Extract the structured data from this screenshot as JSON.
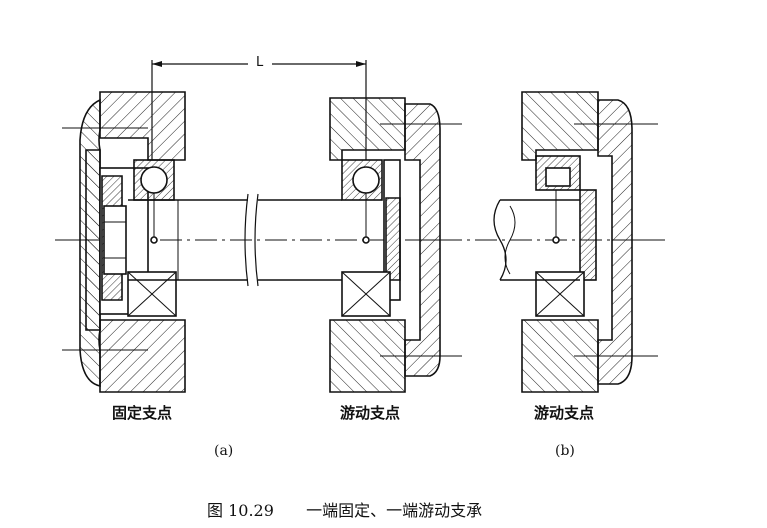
{
  "labels": {
    "dimension": "L",
    "fixed_support": "固定支点",
    "floating_support_a": "游动支点",
    "floating_support_b": "游动支点",
    "sub_a": "(a)",
    "sub_b": "(b)"
  },
  "caption": {
    "number": "图 10.29",
    "text": "一端固定、一端游动支承"
  }
}
